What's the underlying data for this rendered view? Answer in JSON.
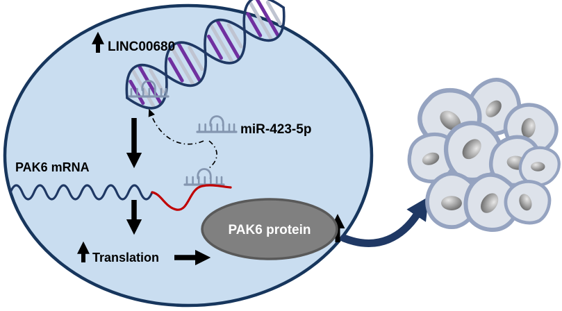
{
  "diagram": {
    "labels": {
      "linc00680": "LINC00680",
      "mirna": "miR-423-5p",
      "pak6_mrna": "PAK6 mRNA",
      "translation": "Translation",
      "pak6_protein": "PAK6 protein"
    },
    "colors": {
      "cell_fill": "#c9ddf0",
      "cell_border": "#17365d",
      "helix_strand": "#1f3864",
      "rung_purple": "#7030a0",
      "rung_gray": "#bfc4d1",
      "hairpin": "#8496b0",
      "mrna_navy": "#1f3864",
      "mrna_red": "#c00000",
      "arrow_black": "#000000",
      "protein_fill": "#808080",
      "protein_border": "#595959",
      "protein_text": "#ffffff",
      "big_arrow": "#1f3864",
      "tumor_cell_fill": "#dde2ea",
      "tumor_cell_border": "#95a3c0",
      "nucleus_dark": "#4a4a4a"
    },
    "icons": {
      "dna_helix": "dna-double-helix-icon",
      "mirna_hairpin": "mirna-hairpin-comb-icon",
      "up_arrow": "up-arrow-icon",
      "down_arrow": "down-arrow-icon",
      "right_arrow": "right-arrow-icon",
      "dashdot_arrow": "dash-dot-interaction-arrow",
      "tumor": "tumor-cell-cluster-icon"
    }
  }
}
